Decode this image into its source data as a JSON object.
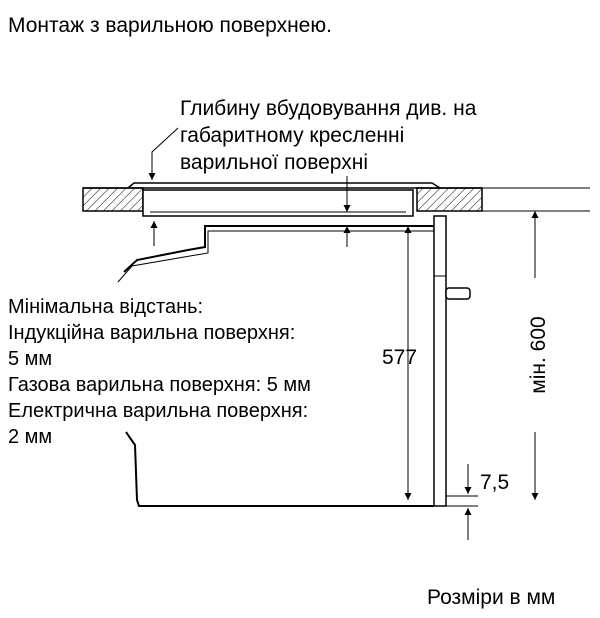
{
  "title": "Монтаж з варильною поверхнею.",
  "depth_note": [
    "Глибину вбудовування див. на",
    "габаритному кресленні",
    "варильної поверхні"
  ],
  "min_distance": [
    "Мінімальна відстань:",
    "Індукційна варильна поверхня:",
    "5 мм",
    "Газова варильна поверхня: 5 мм",
    "Електрична варильна поверхня:",
    "2 мм"
  ],
  "dimensions": {
    "height_577": "577",
    "height_min_600": "мін. 600",
    "gap_7_5": "7,5"
  },
  "units_note": "Розміри в мм"
}
